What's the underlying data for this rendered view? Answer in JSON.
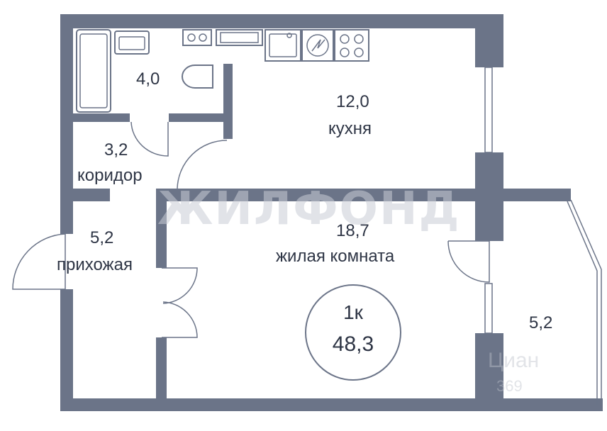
{
  "rooms": {
    "bathroom": {
      "area": "4,0"
    },
    "kitchen": {
      "area": "12,0",
      "name": "кухня"
    },
    "corridor": {
      "area": "3,2",
      "name": "коридор"
    },
    "hallway": {
      "area": "5,2",
      "name": "прихожая"
    },
    "living": {
      "area": "18,7",
      "name": "жилая комната"
    },
    "balcony": {
      "area": "5,2"
    }
  },
  "badge": {
    "rooms": "1к",
    "total_area": "48,3"
  },
  "watermarks": {
    "main": "ЖИЛФОНД",
    "corner": "Циан",
    "corner_small": "369"
  },
  "colors": {
    "wall": "#6b7488",
    "text": "#2e3545"
  }
}
